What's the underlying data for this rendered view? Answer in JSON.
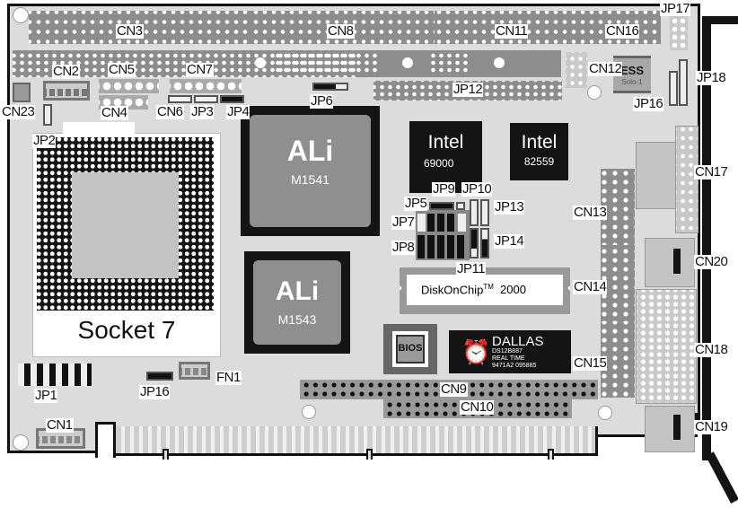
{
  "board": {
    "connectors": {
      "cn1": "CN1",
      "cn2": "CN2",
      "cn3": "CN3",
      "cn4": "CN4",
      "cn5": "CN5",
      "cn6": "CN6",
      "cn7": "CN7",
      "cn8": "CN8",
      "cn9": "CN9",
      "cn10": "CN10",
      "cn11": "CN11",
      "cn12": "CN12",
      "cn13": "CN13",
      "cn14": "CN14",
      "cn15": "CN15",
      "cn16": "CN16",
      "cn17": "CN17",
      "cn18": "CN18",
      "cn19": "CN19",
      "cn20": "CN20",
      "cn23": "CN23",
      "fn1": "FN1"
    },
    "jumpers": {
      "jp1": "JP1",
      "jp2": "JP2",
      "jp3": "JP3",
      "jp4": "JP4",
      "jp5": "JP5",
      "jp6": "JP6",
      "jp7": "JP7",
      "jp8": "JP8",
      "jp9": "JP9",
      "jp10": "JP10",
      "jp11": "JP11",
      "jp12": "JP12",
      "jp13": "JP13",
      "jp14": "JP14",
      "jp16a": "JP16",
      "jp16b": "JP16",
      "jp17": "JP17",
      "jp18": "JP18"
    },
    "chips": {
      "cpu_socket": "Socket 7",
      "northbridge": {
        "brand": "ALi",
        "model": "M1541"
      },
      "southbridge": {
        "brand": "ALi",
        "model": "M1543"
      },
      "vga": {
        "brand": "Intel",
        "model": "69000"
      },
      "lan": {
        "brand": "Intel",
        "model": "82559"
      },
      "audio": {
        "brand": "ESS",
        "model": "Solo-1"
      },
      "bios": "BIOS",
      "flash": {
        "name": "DiskOnChip",
        "tm": "TM",
        "model": "2000"
      },
      "rtc": {
        "brand": "DALLAS",
        "line1": "DS12B887",
        "line2": "REAL TIME",
        "line3": "9471A2 095885"
      }
    }
  }
}
